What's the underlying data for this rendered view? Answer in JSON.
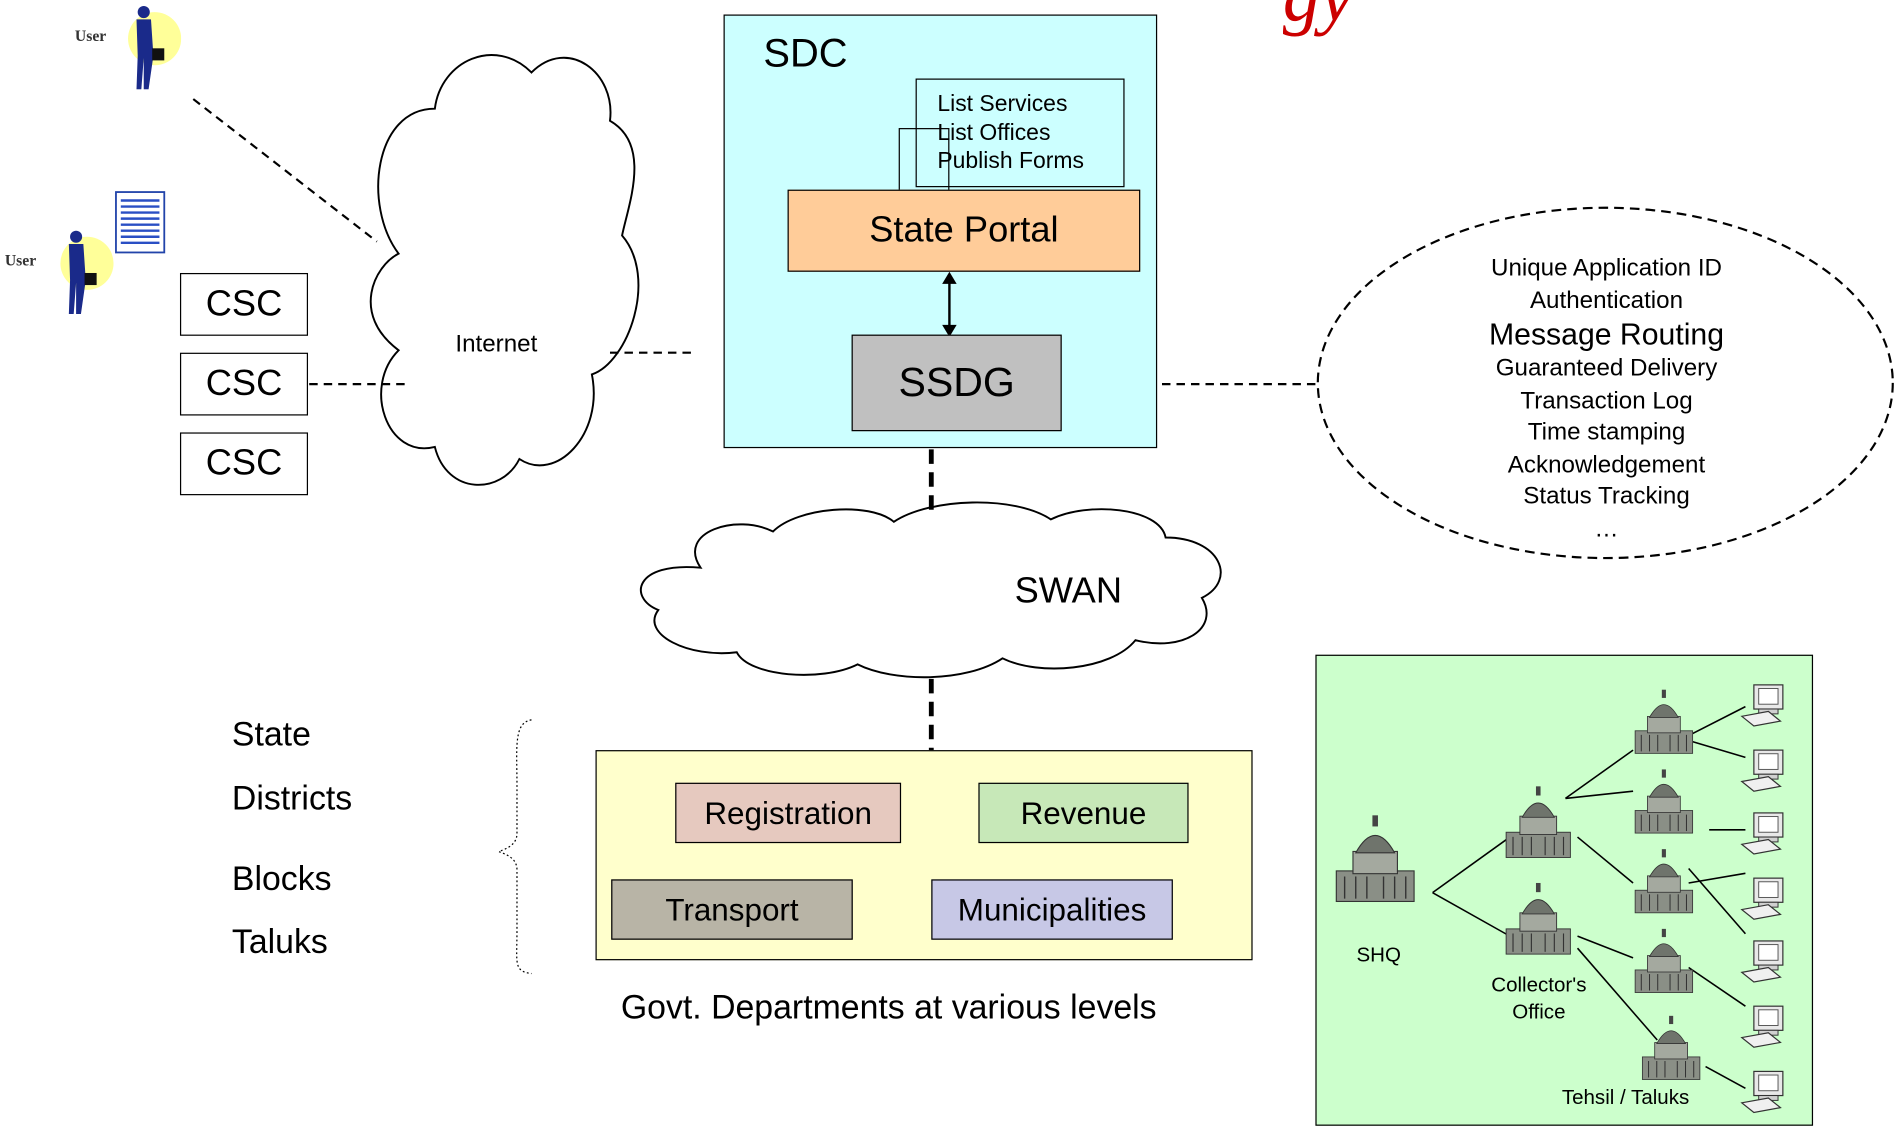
{
  "title_fragment": "gy",
  "users": [
    {
      "label": "User"
    },
    {
      "label": "User"
    }
  ],
  "csc_boxes": [
    "CSC",
    "CSC",
    "CSC"
  ],
  "internet_label": "Internet",
  "sdc": {
    "label": "SDC",
    "services": [
      "List Services",
      "List Offices",
      "Publish Forms"
    ],
    "portal_label": "State Portal",
    "gateway_label": "SSDG"
  },
  "gateway_features": [
    "Unique Application ID",
    "Authentication",
    "Message Routing",
    "Guaranteed Delivery",
    "Transaction Log",
    "Time stamping",
    "Acknowledgement",
    "Status Tracking",
    "…"
  ],
  "swan_label": "SWAN",
  "levels": [
    "State",
    "Districts",
    "Blocks",
    "Taluks"
  ],
  "departments": [
    "Registration",
    "Revenue",
    "Transport",
    "Municipalities"
  ],
  "departments_caption": "Govt. Departments at various levels",
  "hierarchy": {
    "shq_label": "SHQ",
    "collector_label_line1": "Collector's",
    "collector_label_line2": "Office",
    "tehsil_label": "Tehsil / Taluks"
  },
  "colors": {
    "title_red": "#cc0000",
    "sdc_fill": "#ccffff",
    "portal_fill": "#ffcc99",
    "ssdg_fill": "#c0c0c0",
    "dept_panel_fill": "#ffffcc",
    "registration_fill": "#e6c9bf",
    "revenue_fill": "#c7e8b8",
    "transport_fill": "#b8b4a6",
    "municipalities_fill": "#c7c8e6",
    "hierarchy_fill": "#ccffcc"
  }
}
